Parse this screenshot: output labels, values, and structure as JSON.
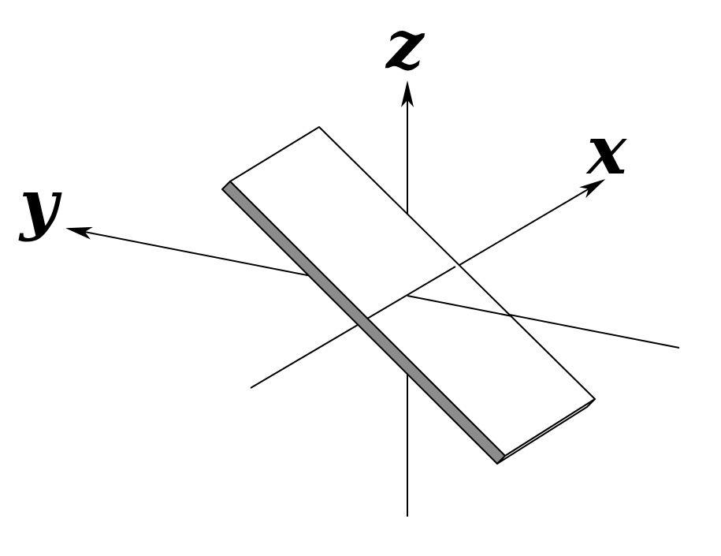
{
  "axes": {
    "z_label": "z",
    "x_label": "x",
    "y_label": "y"
  },
  "colors": {
    "line": "#000000",
    "slab_top": "#ffffff",
    "slab_side": "#8c8c8c",
    "background": "#ffffff"
  }
}
